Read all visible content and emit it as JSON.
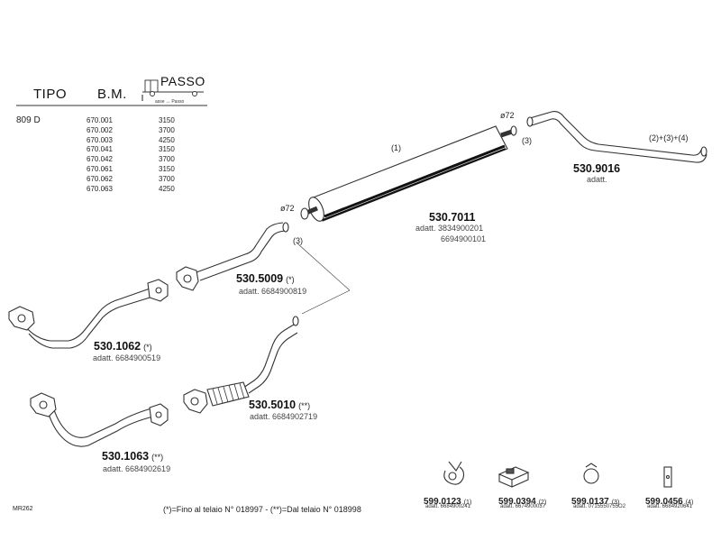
{
  "table": {
    "head_tipo": "TIPO",
    "head_bm": "B.M.",
    "head_passo": "PASSO",
    "passo_note": "asse ↔ Passo",
    "model": "809 D",
    "rows": [
      {
        "bm": "670.001",
        "passo": "3150"
      },
      {
        "bm": "670.002",
        "passo": "3700"
      },
      {
        "bm": "670.003",
        "passo": "4250"
      },
      {
        "bm": "670.041",
        "passo": "3150"
      },
      {
        "bm": "670.042",
        "passo": "3700"
      },
      {
        "bm": "670.061",
        "passo": "3150"
      },
      {
        "bm": "670.062",
        "passo": "3700"
      },
      {
        "bm": "670.063",
        "passo": "4250"
      }
    ]
  },
  "parts": {
    "p7011": {
      "code": "530.7011",
      "adatt1": "adatt. 3834900201",
      "adatt2": "6694900101"
    },
    "p9016": {
      "code": "530.9016",
      "adatt": "adatt."
    },
    "p5009": {
      "code": "530.5009",
      "suffix": "(*)",
      "adatt": "adatt. 6684900819"
    },
    "p1062": {
      "code": "530.1062",
      "suffix": "(*)",
      "adatt": "adatt. 6684900519"
    },
    "p5010": {
      "code": "530.5010",
      "suffix": "(**)",
      "adatt": "adatt. 6684902719"
    },
    "p1063": {
      "code": "530.1063",
      "suffix": "(**)",
      "adatt": "adatt. 6684902619"
    }
  },
  "labels": {
    "phi72_top": "ø72",
    "phi72_mid": "ø72",
    "one": "(1)",
    "three_top": "(3)",
    "three_mid": "(3)",
    "two34": "(2)+(3)+(4)"
  },
  "accessories": [
    {
      "code": "599.0123",
      "ref": "(1)",
      "adatt": "adatt. 6684900241"
    },
    {
      "code": "599.0394",
      "ref": "(2)",
      "adatt": "adatt. 6674900037"
    },
    {
      "code": "599.0137",
      "ref": "(3)",
      "adatt": "adatt. 0715550755O2"
    },
    {
      "code": "599.0456",
      "ref": "(4)",
      "adatt": "adatt. 6684920641"
    }
  ],
  "footnote": "(*)=Fino al telaio N° 018997  -  (**)=Dal telaio N° 018998",
  "ref_code": "MR262"
}
